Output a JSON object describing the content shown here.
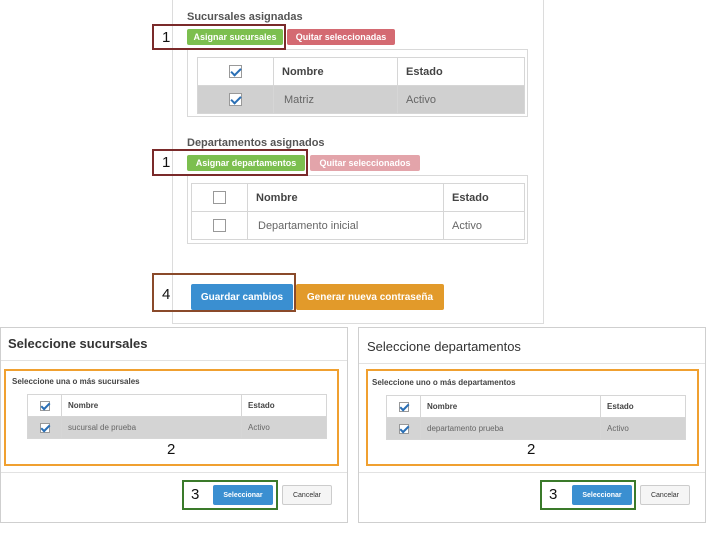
{
  "sucursales": {
    "title": "Sucursales asignadas",
    "assign_label": "Asignar sucursales",
    "remove_label": "Quitar seleccionadas",
    "columns": [
      "Nombre",
      "Estado"
    ],
    "rows": [
      {
        "nombre": "Matriz",
        "estado": "Activo"
      }
    ]
  },
  "departamentos": {
    "title": "Departamentos asignados",
    "assign_label": "Asignar departamentos",
    "remove_label": "Quitar seleccionados",
    "columns": [
      "Nombre",
      "Estado"
    ],
    "rows": [
      {
        "nombre": "Departamento inicial",
        "estado": "Activo"
      }
    ]
  },
  "actions": {
    "save_label": "Guardar cambios",
    "password_label": "Generar nueva contraseña"
  },
  "modal_sucursales": {
    "title": "Seleccione sucursales",
    "subtitle": "Seleccione una o más sucursales",
    "columns": [
      "Nombre",
      "Estado"
    ],
    "rows": [
      {
        "nombre": "sucursal de prueba",
        "estado": "Activo"
      }
    ],
    "select_label": "Seleccionar",
    "cancel_label": "Cancelar"
  },
  "modal_departamentos": {
    "title": "Seleccione departamentos",
    "subtitle": "Seleccione uno o más departamentos",
    "columns": [
      "Nombre",
      "Estado"
    ],
    "rows": [
      {
        "nombre": "departamento prueba",
        "estado": "Activo"
      }
    ],
    "select_label": "Seleccionar",
    "cancel_label": "Cancelar"
  },
  "annotations": {
    "n1a": "1",
    "n1b": "1",
    "n4": "4",
    "n2a": "2",
    "n2b": "2",
    "n3a": "3",
    "n3b": "3"
  },
  "colors": {
    "assign_green": "#7cbf4f",
    "remove_red": "#d46a72",
    "save_blue": "#3a8fd1",
    "password_orange": "#e29a2a"
  }
}
